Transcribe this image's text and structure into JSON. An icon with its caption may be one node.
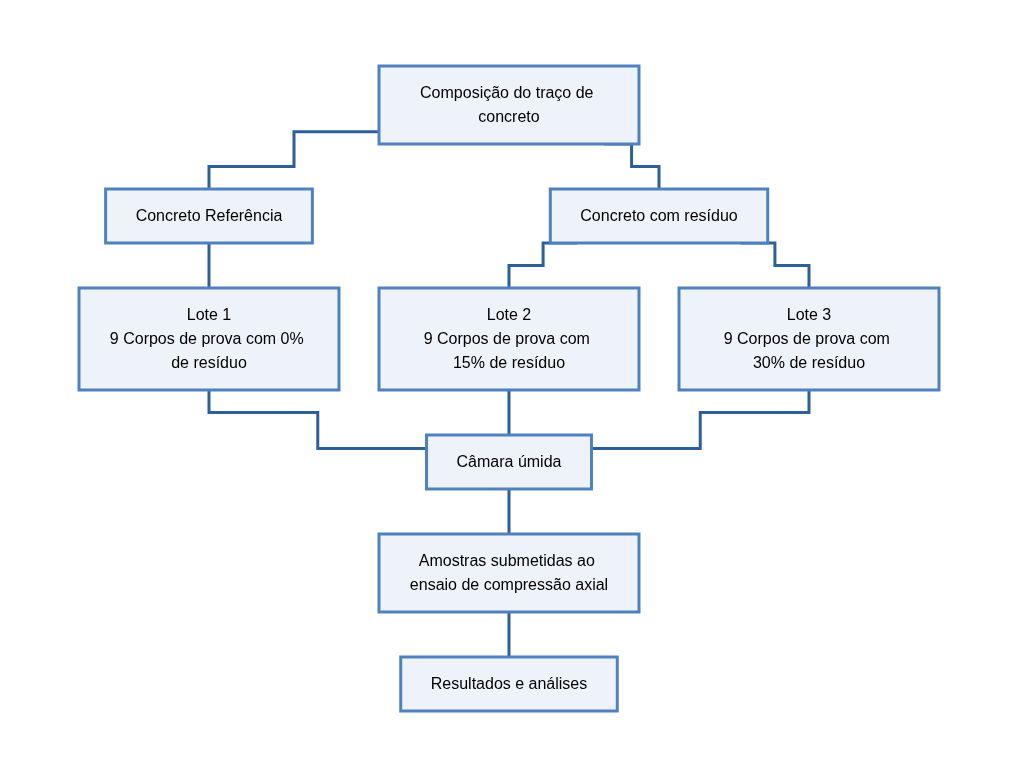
{
  "diagram": {
    "nodes": [
      {
        "text": [
          "Composição do traço de concreto"
        ]
      },
      {
        "text": [
          "Concreto Referência"
        ]
      },
      {
        "text": [
          "Concreto com resíduo"
        ]
      },
      {
        "text": [
          "Lote 1",
          "9 Corpos de prova com 0% de resíduo"
        ]
      },
      {
        "text": [
          "Lote 2",
          "9 Corpos de prova com 15% de resíduo"
        ]
      },
      {
        "text": [
          "Lote 3",
          "9 Corpos de prova com 30% de resíduo"
        ]
      },
      {
        "text": [
          "Câmara úmida"
        ]
      },
      {
        "text": [
          "Amostras submetidas ao ensaio de compressão axial"
        ]
      },
      {
        "text": [
          "Resultados e análises"
        ]
      }
    ],
    "edges": [
      {
        "from": 0,
        "to": 1,
        "arrow": "none"
      },
      {
        "from": 0,
        "to": 2,
        "arrow": "none"
      },
      {
        "from": 1,
        "to": 3,
        "arrow": "none"
      },
      {
        "from": 2,
        "to": 4,
        "arrow": "none"
      },
      {
        "from": 2,
        "to": 5,
        "arrow": "none"
      },
      {
        "from": 3,
        "to": 6,
        "arrow": "none"
      },
      {
        "from": 4,
        "to": 6,
        "arrow": "none"
      },
      {
        "from": 5,
        "to": 6,
        "arrow": "none"
      },
      {
        "from": 6,
        "to": 7,
        "arrow": "none"
      },
      {
        "from": 7,
        "to": 8,
        "arrow": "none"
      }
    ]
  }
}
